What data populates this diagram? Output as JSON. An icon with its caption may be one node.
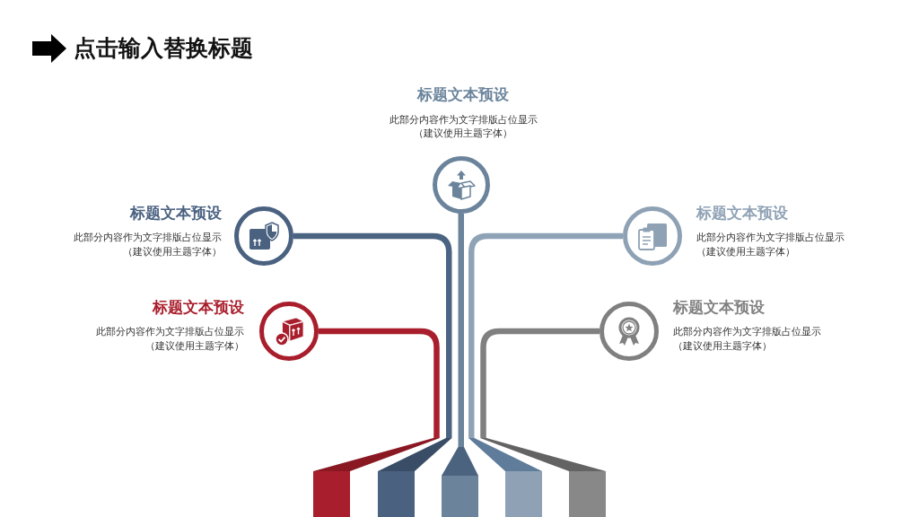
{
  "diagram": {
    "title": "点击输入替换标题",
    "nodes": [
      {
        "text": [
          "标题文本预设",
          "此部分内容作为文字排版占位显示（建议使用主题字体）"
        ]
      },
      {
        "text": [
          "标题文本预设",
          "此部分内容作为文字排版占位显示（建议使用主题字体）"
        ]
      },
      {
        "text": [
          "标题文本预设",
          "此部分内容作为文字排版占位显示（建议使用主题字体）"
        ]
      },
      {
        "text": [
          "标题文本预设",
          "此部分内容作为文字排版占位显示（建议使用主题字体）"
        ]
      },
      {
        "text": [
          "标题文本预设",
          "此部分内容作为文字排版占位显示（建议使用主题字体）"
        ]
      },
      {
        "text": [],
        "shape": "bar"
      },
      {
        "text": [],
        "shape": "bar"
      },
      {
        "text": [],
        "shape": "bar"
      },
      {
        "text": [],
        "shape": "bar"
      },
      {
        "text": [],
        "shape": "bar"
      }
    ],
    "edges": [
      {
        "from": 0,
        "to": 7,
        "arrow": "none",
        "color": "#6b849c"
      },
      {
        "from": 1,
        "to": 6,
        "arrow": "none",
        "color": "#4b6482"
      },
      {
        "from": 2,
        "to": 8,
        "arrow": "none",
        "color": "#8fa3b7"
      },
      {
        "from": 3,
        "to": 5,
        "arrow": "none",
        "color": "#a91e2c"
      },
      {
        "from": 4,
        "to": 9,
        "arrow": "none",
        "color": "#808080"
      }
    ]
  }
}
